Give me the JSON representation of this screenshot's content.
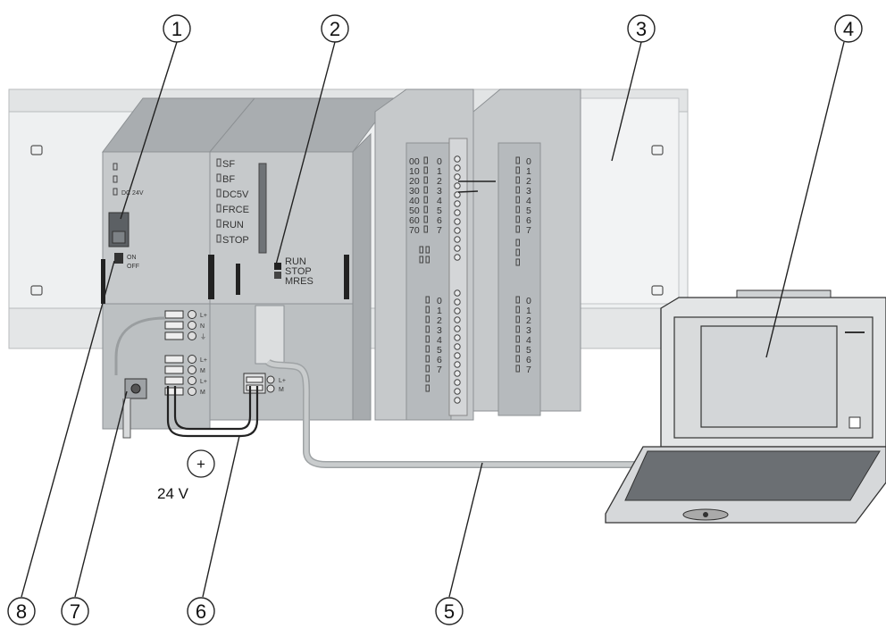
{
  "colors": {
    "rail": "#eef0f1",
    "module": "#c6c9cb",
    "module_dark": "#a7abae",
    "cable": "#c9cccd",
    "laptop": "#e6e7e8",
    "screen": "#d3d6d8"
  },
  "callouts": [
    "1",
    "2",
    "3",
    "4",
    "5",
    "6",
    "7",
    "8"
  ],
  "power_supply": {
    "led_label": "DC 24V",
    "switch_on": "ON",
    "switch_off": "OFF",
    "terminals": [
      "L+",
      "N",
      "⏚",
      "L+",
      "M",
      "L+",
      "M"
    ]
  },
  "cpu": {
    "leds": [
      "SF",
      "BF",
      "DC5V",
      "FRCE",
      "RUN",
      "STOP"
    ],
    "mode_switch": [
      "RUN",
      "STOP",
      "MRES"
    ],
    "power_terminals": [
      "L+",
      "M"
    ]
  },
  "io_module_1": {
    "left_rows": [
      "00",
      "10",
      "20",
      "30",
      "40",
      "50",
      "60",
      "70"
    ],
    "channels_top": [
      "0",
      "1",
      "2",
      "3",
      "4",
      "5",
      "6",
      "7"
    ],
    "channels_bottom": [
      "0",
      "1",
      "2",
      "3",
      "4",
      "5",
      "6",
      "7"
    ]
  },
  "io_module_2": {
    "channels_top": [
      "0",
      "1",
      "2",
      "3",
      "4",
      "5",
      "6",
      "7"
    ],
    "channels_bottom": [
      "0",
      "1",
      "2",
      "3",
      "4",
      "5",
      "6",
      "7"
    ]
  },
  "supply": {
    "symbol": "+",
    "voltage": "24 V"
  }
}
